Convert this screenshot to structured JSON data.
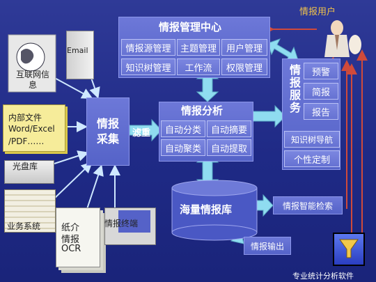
{
  "user_label": "情报用户",
  "mgmt": {
    "title": "情报管理中心",
    "items": [
      "情报源管理",
      "主题管理",
      "用户管理",
      "知识树管理",
      "工作流",
      "权限管理"
    ]
  },
  "analysis": {
    "title": "情报分析",
    "items": [
      "自动分类",
      "自动摘要",
      "自动聚类",
      "自动提取"
    ]
  },
  "collect_label": "情报采集",
  "dedupe_label": "滤重",
  "service": {
    "title": "情报服务",
    "items": [
      "预警",
      "简报",
      "报告",
      "知识树导航",
      "个性定制"
    ]
  },
  "sources": {
    "internet": "互联网信息",
    "email": "Email",
    "internal_docs": [
      "内部文件",
      "Word/Excel",
      "/PDF……"
    ],
    "cdrom": "光盘库",
    "business": "业务系统",
    "paper_ocr": [
      "纸介",
      "情报",
      "OCR"
    ],
    "terminal": "情报终端"
  },
  "database_label": "海量情报库",
  "smart_search": "情报智能检索",
  "output": "情报输出",
  "stats_software": "专业统计分析软件",
  "colors": {
    "background": "#24308e",
    "box": "#5e6ad0",
    "arrow_fill": "#8fdcf0",
    "red_line": "#d04a3a"
  }
}
